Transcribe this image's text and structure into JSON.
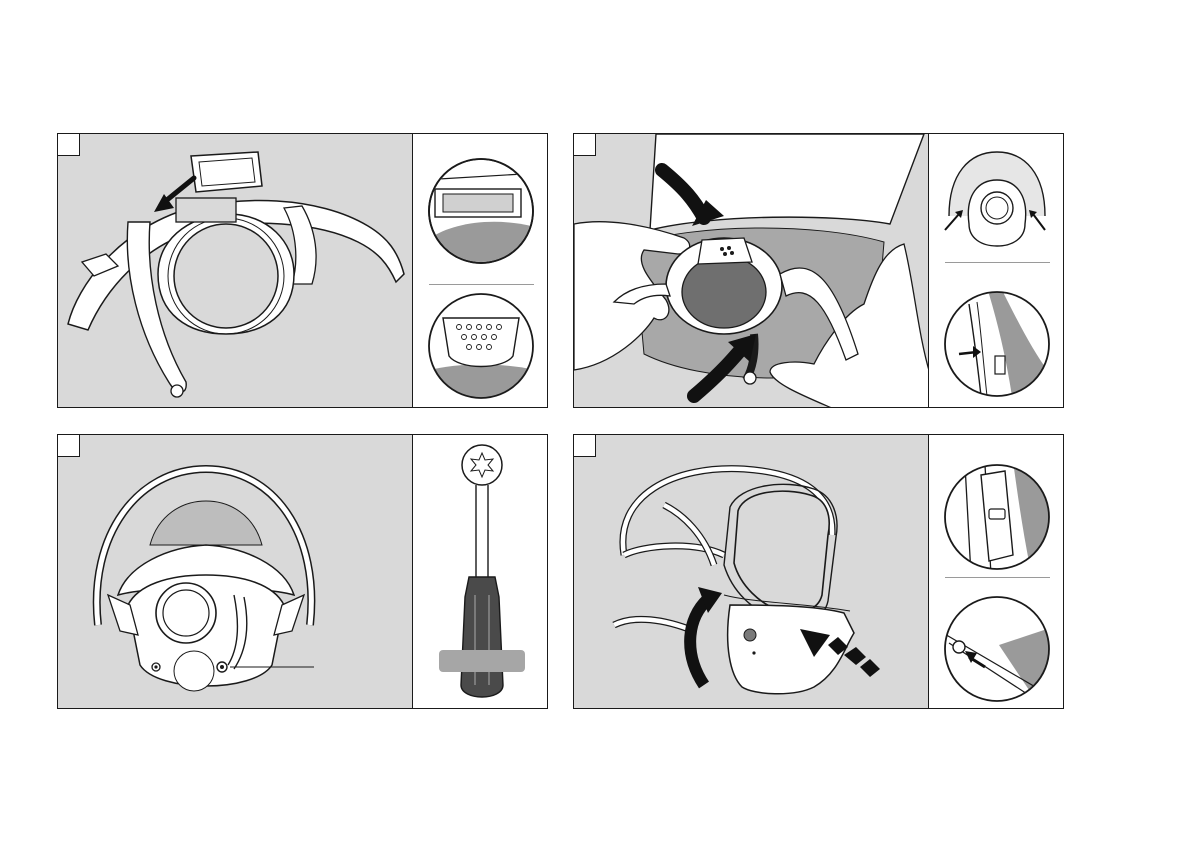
{
  "page": {
    "footer_text": ""
  },
  "panels": [
    {
      "id": "step-1",
      "step_label": ""
    },
    {
      "id": "step-2",
      "step_label": ""
    },
    {
      "id": "step-3",
      "step_label": ""
    },
    {
      "id": "step-4",
      "step_label": ""
    }
  ],
  "icons": {
    "panel1_main": "head-harness-with-filter-arrow-icon",
    "panel1_detail_top": "clip-detail-icon",
    "panel1_detail_bottom": "filter-perforation-detail-icon",
    "panel2_main": "hands-attaching-harness-to-visor-icon",
    "panel2_detail_top": "front-view-helmet-icon",
    "panel2_detail_bottom": "side-latch-detail-icon",
    "panel3_main": "rear-view-harness-with-screw-icon",
    "panel3_tool": "torx-screwdriver-icon",
    "panel4_main": "helmet-with-rotation-arrows-icon",
    "panel4_detail_top": "strap-buckle-detail-icon",
    "panel4_detail_bottom": "hinge-pin-detail-icon"
  },
  "colors": {
    "panel_bg": "#d9d9d9",
    "line": "#1a1a1a",
    "light_fill": "#ffffff",
    "dark_gray": "#8a8a8a",
    "mid_gray": "#b0b0b0",
    "arrow": "#111111"
  }
}
